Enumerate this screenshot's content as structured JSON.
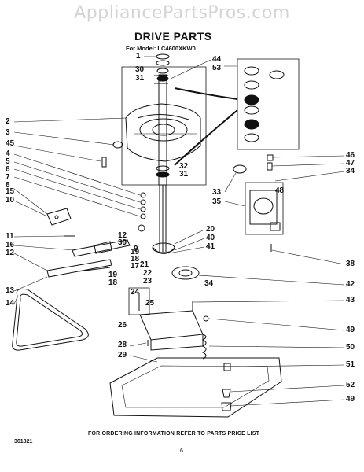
{
  "watermark": "AppliancePartsPros.com",
  "header": {
    "title": "DRIVE PARTS",
    "model": "For Model: LC4600XKW0"
  },
  "callouts": [
    "1",
    "2",
    "3",
    "4",
    "5",
    "6",
    "7",
    "8",
    "9",
    "10",
    "11",
    "12",
    "13",
    "14",
    "15",
    "16",
    "17",
    "18",
    "19",
    "20",
    "21",
    "22",
    "23",
    "24",
    "25",
    "26",
    "28",
    "29",
    "30",
    "31",
    "32",
    "33",
    "34",
    "35",
    "38",
    "39",
    "40",
    "41",
    "42",
    "43",
    "44",
    "45",
    "46",
    "47",
    "48",
    "49",
    "50",
    "51",
    "52",
    "53"
  ],
  "footer": {
    "ordering_note": "FOR ORDERING INFORMATION REFER TO PARTS PRICE LIST",
    "ref_code": "361821",
    "page_number": "6"
  }
}
